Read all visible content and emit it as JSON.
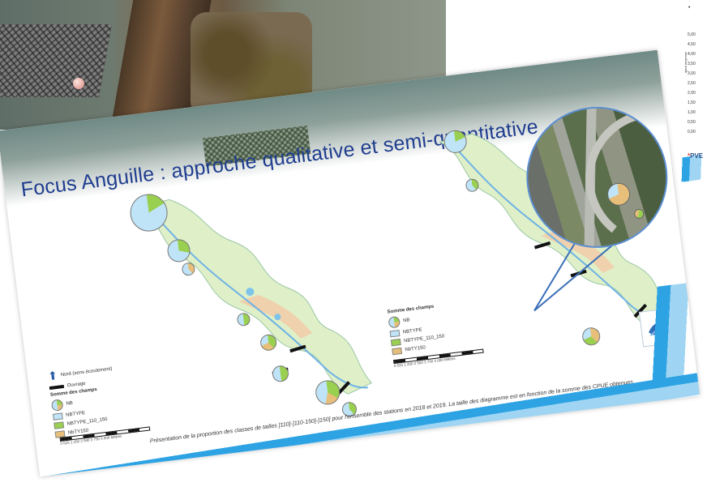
{
  "slide": {
    "title": "Focus Anguille : approche qualitative et semi-quantitative",
    "caption": "Présentation de la proportion des classes de tailles ]110]-]110-150]-]150] pour l'ensemble des stations en 2018 et 2019. La taille des diagramme est en fonction de la somme des CPUE obtenues."
  },
  "legend_left": {
    "north_label": "Nord (sens écoulement)",
    "ouvrage_label": "Ouvrage",
    "sum_title": "Somme des champs",
    "items": [
      "NBTYPE",
      "NBTYPE_110_150",
      "NbTY150"
    ],
    "pie_label": "NB",
    "scale_label": "0   625 1 250    2 500     3 750     5 000",
    "scale_unit": "Mètres"
  },
  "legend_right": {
    "sum_title": "Somme des champs",
    "items": [
      "NBTYPE",
      "NBTYPE_110_150",
      "NbTY150"
    ],
    "pie_label": "NB",
    "scale_label": "0   625 1 250    2 500     3 750     5 000",
    "scale_unit": "Mètres"
  },
  "right_chart": {
    "ticks": [
      "5,00",
      "4,50",
      "4,00",
      "3,50",
      "3,00",
      "2,50",
      "2,00",
      "1,50",
      "1,00",
      "0,50",
      "0,00"
    ],
    "ylabel": "ajout moyenne",
    "logo_text": "PVE",
    "logo_prefix": "*"
  },
  "colors": {
    "title_blue": "#1f3d8f",
    "class_small": "#bfe3f7",
    "class_mid": "#9ad04f",
    "class_large": "#e7bf7a",
    "river": "#dff0c9",
    "brand_blue": "#2ea3e4"
  }
}
